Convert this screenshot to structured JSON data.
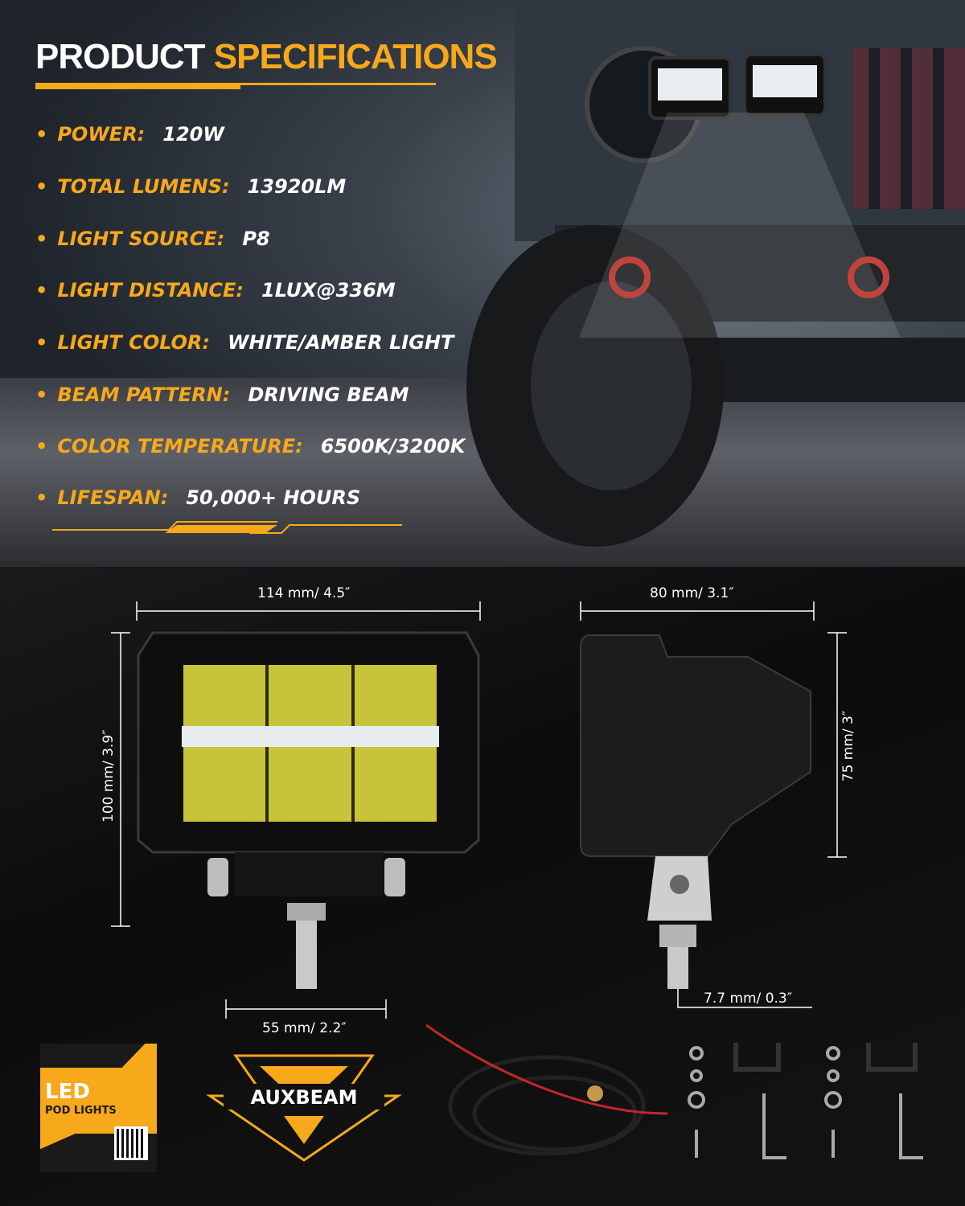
{
  "header": {
    "title_white": "PRODUCT",
    "title_orange": "SPECIFICATIONS"
  },
  "specs": [
    {
      "label": "POWER:",
      "value": "120W"
    },
    {
      "label": "TOTAL LUMENS:",
      "value": "13920LM"
    },
    {
      "label": "LIGHT SOURCE:",
      "value": "P8"
    },
    {
      "label": "LIGHT DISTANCE:",
      "value": "1LUX@336M"
    },
    {
      "label": "LIGHT COLOR:",
      "value": "WHITE/AMBER LIGHT"
    },
    {
      "label": "BEAM PATTERN:",
      "value": "DRIVING BEAM"
    },
    {
      "label": "COLOR TEMPERATURE:",
      "value": "6500K/3200K"
    },
    {
      "label": "LIFESPAN:",
      "value": "50,000+ HOURS"
    }
  ],
  "dimensions": {
    "front_width": "114 mm/ 4.5″",
    "front_height": "100 mm/ 3.9″",
    "side_width": "80 mm/ 3.1″",
    "side_height": "75 mm/ 3″",
    "bracket_width": "55 mm/ 2.2″",
    "bolt": "7.7 mm/ 0.3″"
  },
  "package": {
    "led": "LED",
    "pod_lights": "POD LIGHTS",
    "logo": "AUXBEAM"
  },
  "colors": {
    "accent": "#f7a81b",
    "background": "#0c0c0d"
  }
}
